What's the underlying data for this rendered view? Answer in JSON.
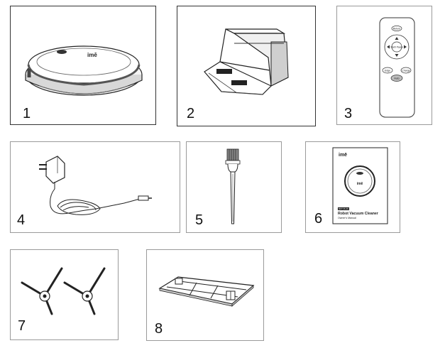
{
  "items": [
    {
      "number": "1"
    },
    {
      "number": "2"
    },
    {
      "number": "3"
    },
    {
      "number": "4"
    },
    {
      "number": "5"
    },
    {
      "number": "6"
    },
    {
      "number": "7"
    },
    {
      "number": "8"
    }
  ],
  "robot": {
    "logo": "imē"
  },
  "remote": {
    "buttons": {
      "top": "Return",
      "center": "Start/ Pause",
      "left": "Edge",
      "right": "Charge",
      "bottom": "Auto"
    }
  },
  "manual": {
    "brand": "imē",
    "robot_logo": "imē",
    "badge": "BOT PLUS",
    "title": "Robot Vacuum Cleaner",
    "subtitle": "Owner's Manual"
  }
}
